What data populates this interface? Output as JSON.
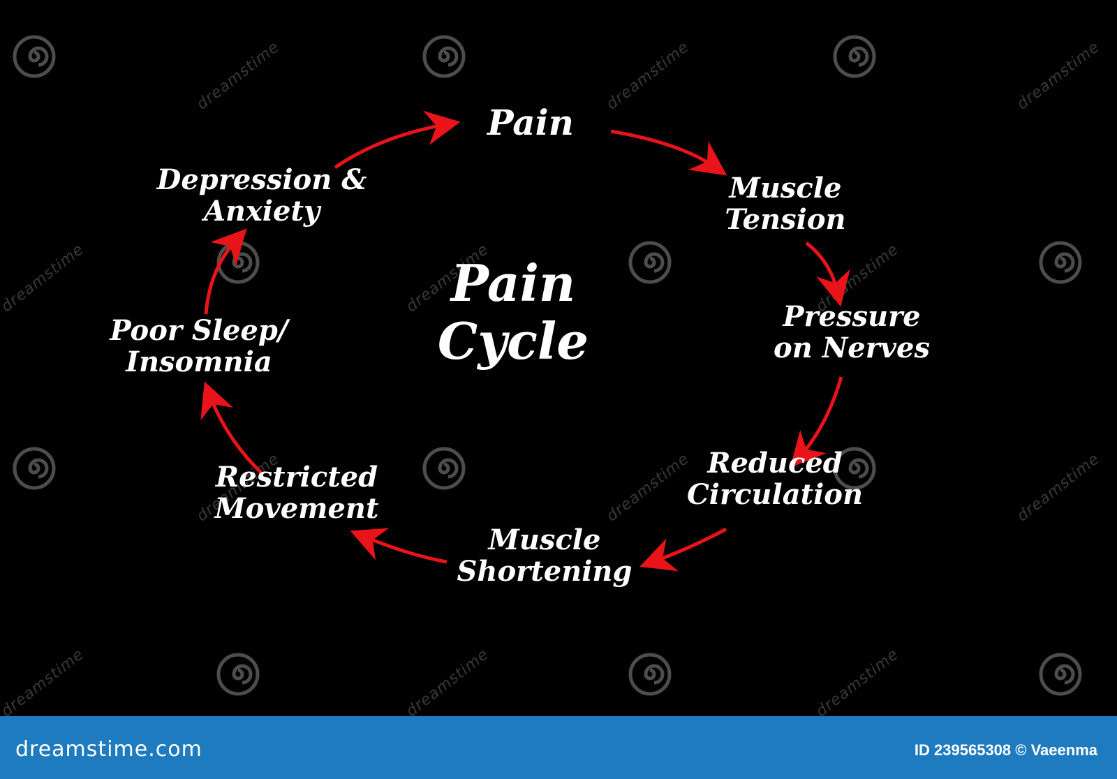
{
  "diagram": {
    "center_title": [
      "Pain",
      "Cycle"
    ],
    "nodes": [
      {
        "id": "pain",
        "lines": [
          "Pain"
        ]
      },
      {
        "id": "muscle-tension",
        "lines": [
          "Muscle",
          "Tension"
        ]
      },
      {
        "id": "pressure-on-nerves",
        "lines": [
          "Pressure",
          "on Nerves"
        ]
      },
      {
        "id": "reduced-circulation",
        "lines": [
          "Reduced",
          "Circulation"
        ]
      },
      {
        "id": "muscle-shortening",
        "lines": [
          "Muscle",
          "Shortening"
        ]
      },
      {
        "id": "restricted-movement",
        "lines": [
          "Restricted",
          "Movement"
        ]
      },
      {
        "id": "poor-sleep",
        "lines": [
          "Poor Sleep/",
          "Insomnia"
        ]
      },
      {
        "id": "depression-anxiety",
        "lines": [
          "Depression &",
          "Anxiety"
        ]
      }
    ],
    "edges": [
      {
        "from": "pain",
        "to": "muscle-tension"
      },
      {
        "from": "muscle-tension",
        "to": "pressure-on-nerves"
      },
      {
        "from": "pressure-on-nerves",
        "to": "reduced-circulation"
      },
      {
        "from": "reduced-circulation",
        "to": "muscle-shortening"
      },
      {
        "from": "muscle-shortening",
        "to": "restricted-movement"
      },
      {
        "from": "restricted-movement",
        "to": "poor-sleep"
      },
      {
        "from": "poor-sleep",
        "to": "depression-anxiety"
      },
      {
        "from": "depression-anxiety",
        "to": "pain"
      }
    ],
    "arrow_color": "#e8141a",
    "text_color": "#ffffff",
    "background": "#000000"
  },
  "watermark": {
    "text": "dreamstime",
    "spiral_icon": "dreamstime-spiral-icon"
  },
  "footer": {
    "brand": "dreamstime.com",
    "id_text": "ID 239565308 © Vaeenma",
    "background": "#1f7bbf"
  }
}
